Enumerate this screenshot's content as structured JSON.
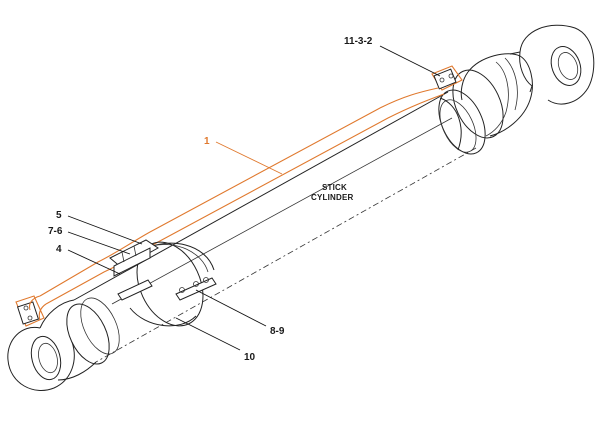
{
  "diagram": {
    "caption": {
      "line1": "STICK",
      "line2": "CYLINDER"
    },
    "callouts": [
      {
        "id": "c1",
        "text": "1"
      },
      {
        "id": "c11",
        "text": "11-3-2"
      },
      {
        "id": "c5",
        "text": "5"
      },
      {
        "id": "c76",
        "text": "7-6"
      },
      {
        "id": "c4",
        "text": "4"
      },
      {
        "id": "c89",
        "text": "8-9"
      },
      {
        "id": "c10",
        "text": "10"
      }
    ],
    "colors": {
      "hose": "#e0792e",
      "line": "#222222",
      "background": "#ffffff"
    }
  }
}
